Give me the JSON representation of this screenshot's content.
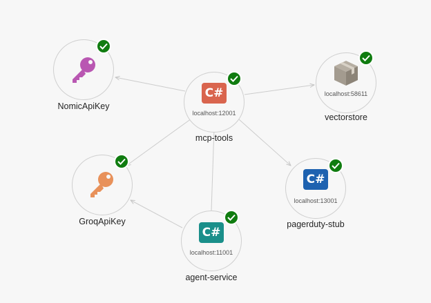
{
  "colors": {
    "edge": "#cccccc",
    "node_border": "#cfcfcf",
    "status_running": "#107c10",
    "project_mcp_tools": "#d9654e",
    "project_pagerduty_stub": "#1e62b0",
    "project_agent_service": "#1a8f8a",
    "parameter_nomic": "#b957b2",
    "parameter_groq": "#e8915a",
    "container": "#9e968a"
  },
  "nodes": {
    "nomic": {
      "label": "NomicApiKey",
      "icon": "key-icon",
      "status": "running"
    },
    "groq": {
      "label": "GroqApiKey",
      "icon": "key-icon",
      "status": "running"
    },
    "mcp_tools": {
      "label": "mcp-tools",
      "endpoint": "localhost:12001",
      "badge": "C#",
      "status": "running"
    },
    "vectorstore": {
      "label": "vectorstore",
      "endpoint": "localhost:58611",
      "icon": "package-icon",
      "status": "running"
    },
    "pagerduty_stub": {
      "label": "pagerduty-stub",
      "endpoint": "localhost:13001",
      "badge": "C#",
      "status": "running"
    },
    "agent_service": {
      "label": "agent-service",
      "endpoint": "localhost:11001",
      "badge": "C#",
      "status": "running"
    }
  },
  "edges": [
    {
      "from": "mcp-tools",
      "to": "NomicApiKey"
    },
    {
      "from": "mcp-tools",
      "to": "vectorstore"
    },
    {
      "from": "mcp-tools",
      "to": "GroqApiKey"
    },
    {
      "from": "mcp-tools",
      "to": "pagerduty-stub"
    },
    {
      "from": "agent-service",
      "to": "mcp-tools"
    },
    {
      "from": "agent-service",
      "to": "GroqApiKey"
    }
  ]
}
